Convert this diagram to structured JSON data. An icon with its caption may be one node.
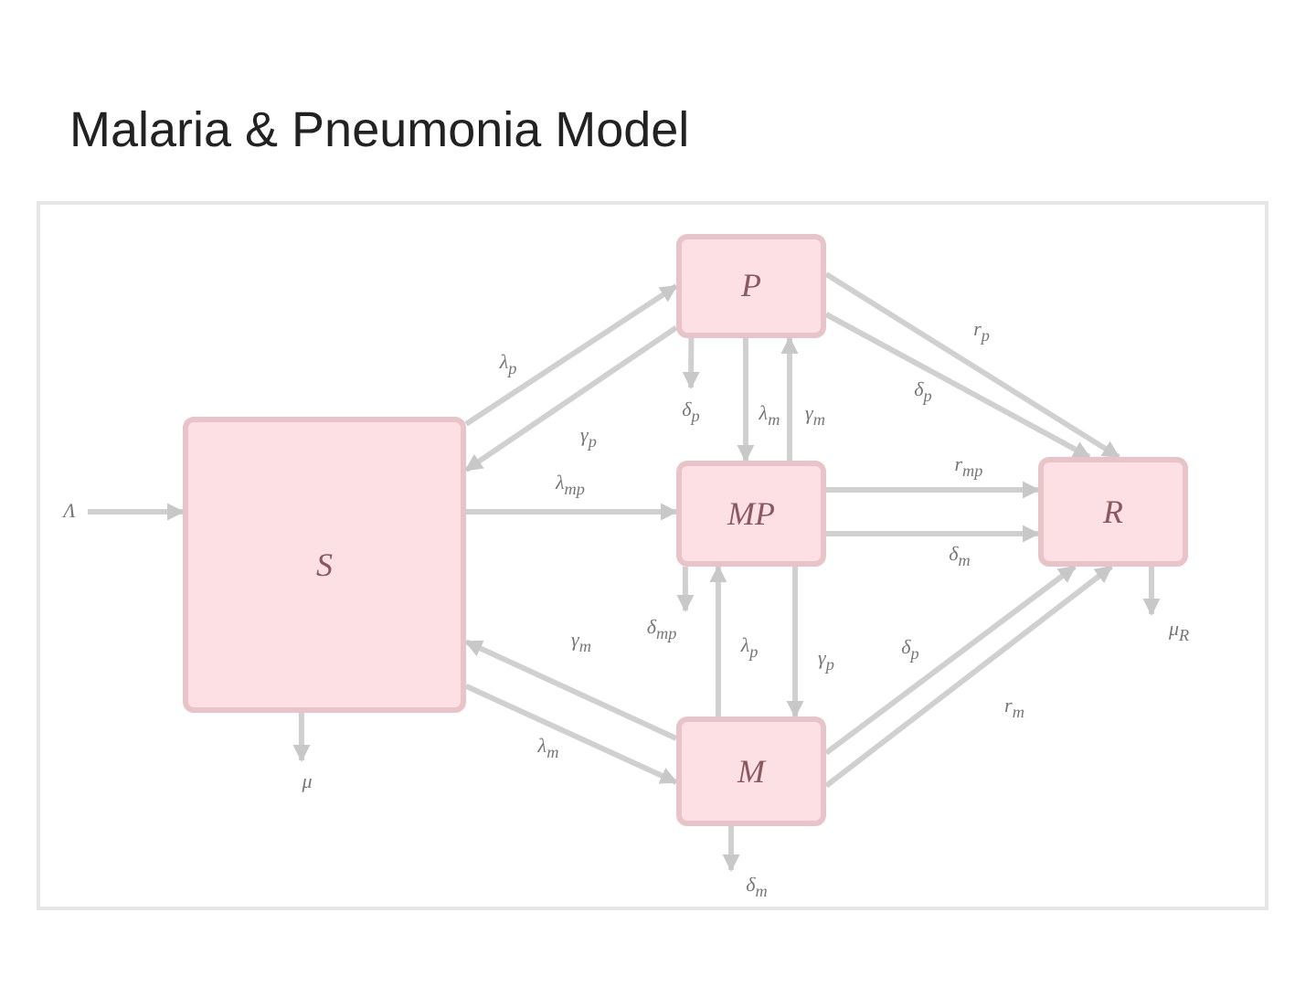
{
  "diagram": {
    "title": "Malaria & Pneumonia Model",
    "nodes": [
      {
        "text": [
          "S"
        ]
      },
      {
        "text": [
          "P"
        ]
      },
      {
        "text": [
          "MP"
        ]
      },
      {
        "text": [
          "M"
        ]
      },
      {
        "text": [
          "R"
        ]
      }
    ],
    "edges": [
      {
        "from": 0,
        "to": 1,
        "arrow": "to",
        "label": "λ$_{p}$"
      },
      {
        "from": 1,
        "to": 0,
        "arrow": "to",
        "label": "γ$_{p}$"
      },
      {
        "from": 0,
        "to": 2,
        "arrow": "to",
        "label": "λ$_{mp}$"
      },
      {
        "from": 3,
        "to": 0,
        "arrow": "to",
        "label": "γ$_{m}$"
      },
      {
        "from": 0,
        "to": 3,
        "arrow": "to",
        "label": "λ$_{m}$"
      },
      {
        "from": 1,
        "to": 2,
        "arrow": "to",
        "label": "λ$_{m}$"
      },
      {
        "from": 2,
        "to": 1,
        "arrow": "to",
        "label": "γ$_{m}$"
      },
      {
        "from": 1,
        "to": null,
        "arrow": "to",
        "label": "δ$_{p}$"
      },
      {
        "from": 3,
        "to": 2,
        "arrow": "to",
        "label": "λ$_{p}$"
      },
      {
        "from": 2,
        "to": 3,
        "arrow": "to",
        "label": "γ$_{p}$"
      },
      {
        "from": 2,
        "to": null,
        "arrow": "to",
        "label": "δ$_{mp}$"
      },
      {
        "from": 3,
        "to": null,
        "arrow": "to",
        "label": "δ$_{m}$"
      },
      {
        "from": 1,
        "to": 4,
        "arrow": "to",
        "label": "r$_{p}$"
      },
      {
        "from": 1,
        "to": 4,
        "arrow": "to",
        "label": "δ$_{p}$"
      },
      {
        "from": 2,
        "to": 4,
        "arrow": "to",
        "label": "r$_{mp}$"
      },
      {
        "from": 2,
        "to": 4,
        "arrow": "to",
        "label": "δ$_{m}$"
      },
      {
        "from": 3,
        "to": 4,
        "arrow": "to",
        "label": "δ$_{p}$"
      },
      {
        "from": 3,
        "to": 4,
        "arrow": "to",
        "label": "r$_{m}$"
      },
      {
        "from": 4,
        "to": null,
        "arrow": "to",
        "label": "μ$_{R}$"
      },
      {
        "from": 0,
        "to": null,
        "arrow": "to",
        "label": "μ"
      },
      {
        "from": null,
        "to": 0,
        "arrow": "to",
        "label": "Λ"
      }
    ]
  }
}
